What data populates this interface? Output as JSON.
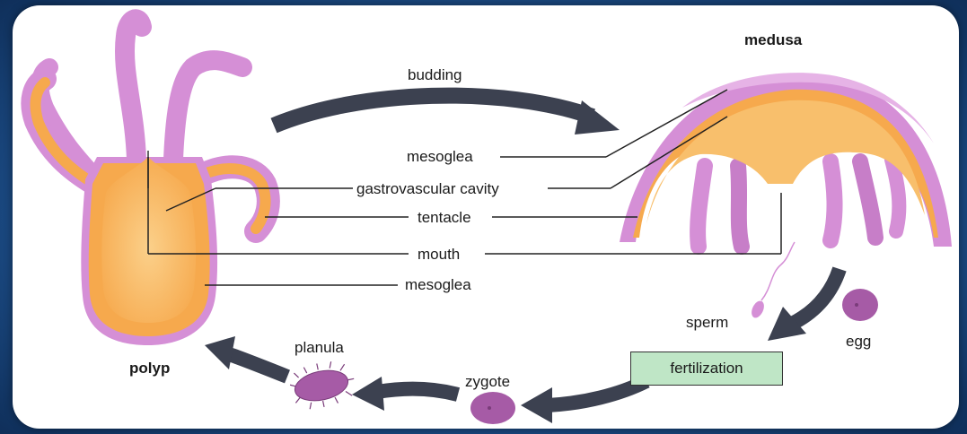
{
  "title": "",
  "stages": {
    "medusa": "medusa",
    "polyp": "polyp",
    "planula": "planula",
    "zygote": "zygote",
    "sperm": "sperm",
    "egg": "egg"
  },
  "processes": {
    "budding": "budding",
    "fertilization": "fertilization"
  },
  "parts": {
    "mesoglea_top": "mesoglea",
    "gastrovascular_cavity": "gastrovascular cavity",
    "tentacle": "tentacle",
    "mouth": "mouth",
    "mesoglea_bottom": "mesoglea"
  },
  "colors": {
    "tissue": "#d58fd6",
    "tissue_dark": "#b86cb9",
    "cavity": "#f6a94d",
    "cavity_light": "#fbd08a",
    "arrow": "#3c4150",
    "fertilization_box": "#bfe6c6",
    "background": "#1d4f8a"
  }
}
